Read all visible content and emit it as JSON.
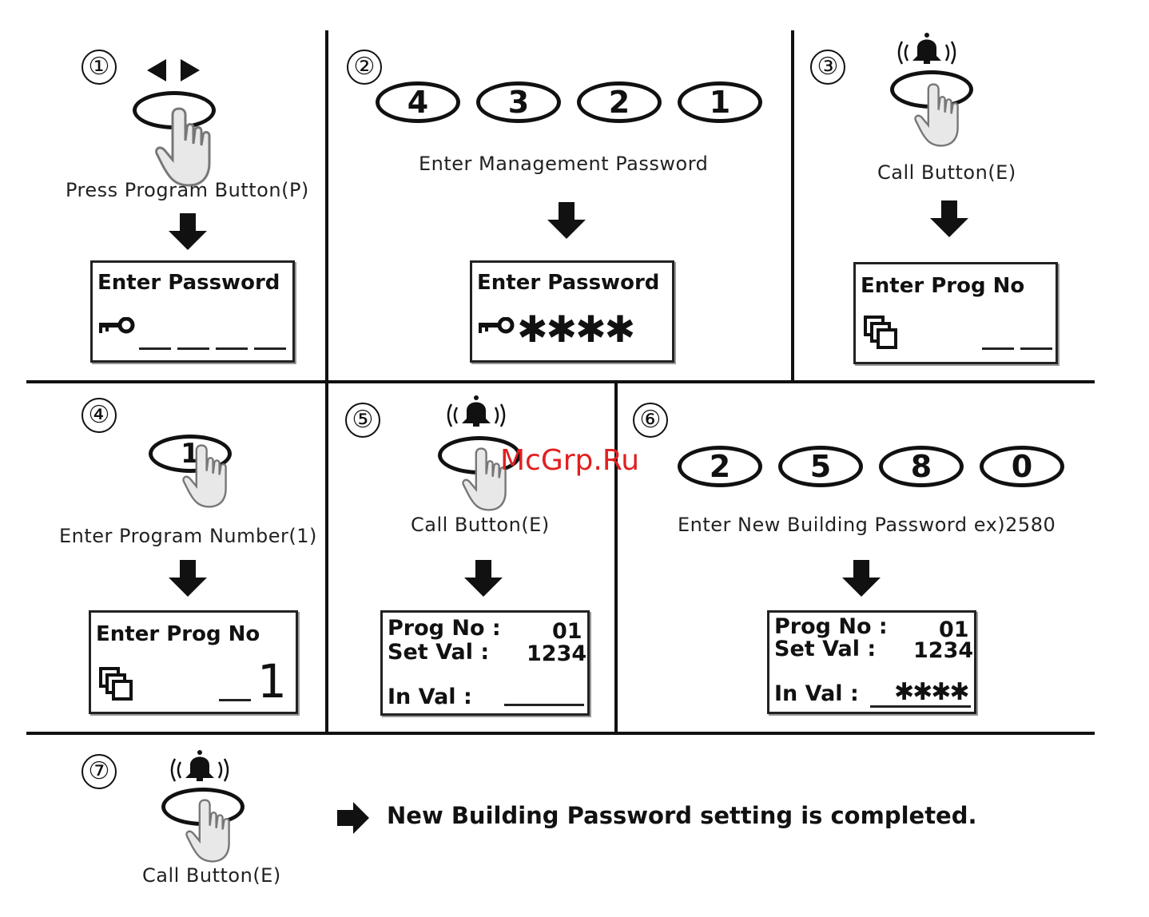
{
  "steps": [
    {
      "num": "①",
      "caption": "Press Program Button(P)",
      "lcd_title": "Enter Password"
    },
    {
      "num": "②",
      "caption": "Enter Management Password",
      "lcd_title": "Enter Password",
      "keys": [
        "4",
        "3",
        "2",
        "1"
      ],
      "stars": "✱✱✱✱"
    },
    {
      "num": "③",
      "caption": "Call Button(E)",
      "lcd_title": "Enter Prog No"
    },
    {
      "num": "④",
      "caption": "Enter Program Number(1)",
      "lcd_title": "Enter Prog No",
      "key": "1",
      "value": "1"
    },
    {
      "num": "⑤",
      "caption": "Call Button(E)",
      "prog_label": "Prog No :",
      "prog_value": "01",
      "set_label": "Set  Val  :",
      "set_value": "1234",
      "in_label": "In Val :"
    },
    {
      "num": "⑥",
      "caption": "Enter New Building Password ex)2580",
      "keys": [
        "2",
        "5",
        "8",
        "0"
      ],
      "prog_label": "Prog No :",
      "prog_value": "01",
      "set_label": "Set  Val  :",
      "set_value": "1234",
      "in_label": "In Val :",
      "in_value": "✱✱✱✱"
    },
    {
      "num": "⑦",
      "caption": "Call Button(E)"
    }
  ],
  "completion": "New Building Password setting is completed.",
  "watermark": "McGrp.Ru",
  "icons": {
    "hand": "hand-press-icon",
    "arrow_lr": "left-right-arrows-icon",
    "bell": "bell-ring-icon",
    "key": "key-icon",
    "window": "stacked-windows-icon",
    "arrow_down": "down-arrow-icon",
    "arrow_right": "right-arrow-icon"
  }
}
